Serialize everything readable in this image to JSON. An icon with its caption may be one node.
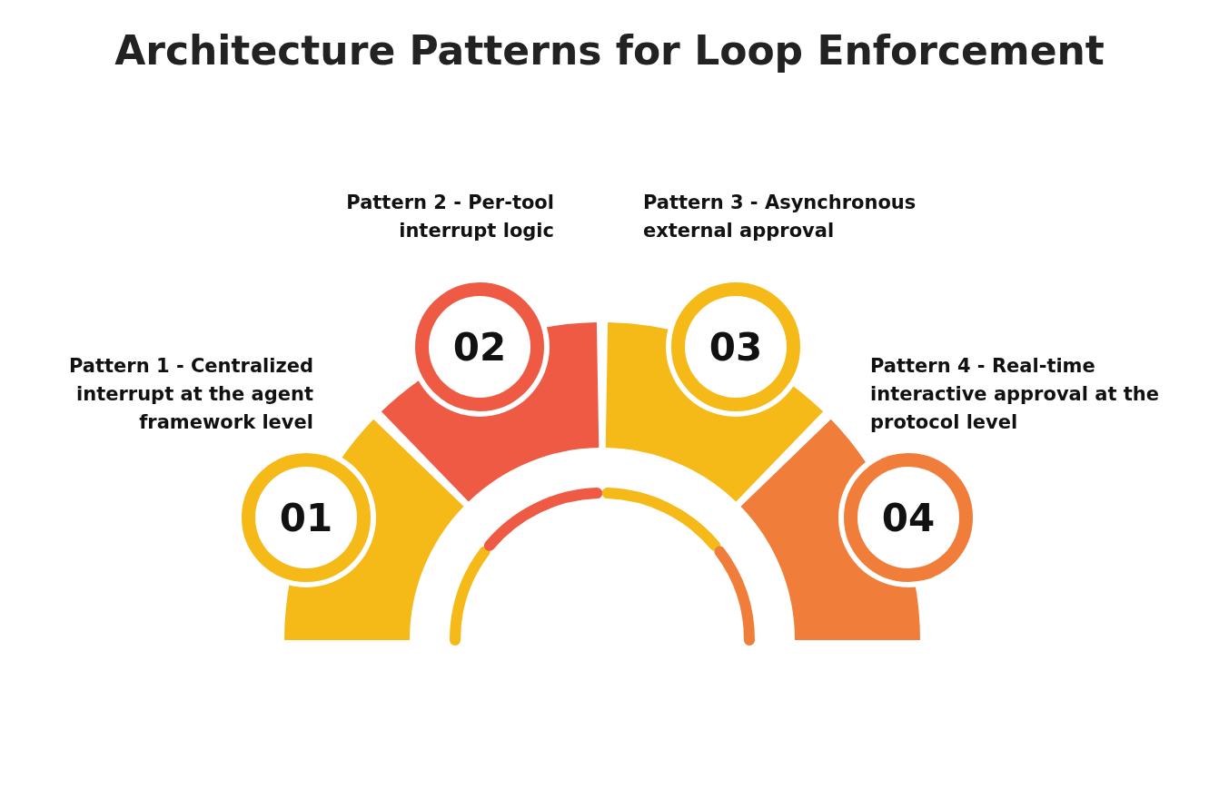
{
  "diagram": {
    "title": "Architecture Patterns for Loop Enforcement",
    "nodes": [
      {
        "text": [
          "01"
        ],
        "beside": [
          "Pattern 1 - Centralized interrupt at the agent framework level"
        ]
      },
      {
        "text": [
          "02"
        ],
        "beside": [
          "Pattern 2 - Per-tool interrupt logic"
        ]
      },
      {
        "text": [
          "03"
        ],
        "beside": [
          "Pattern 3 - Asynchronous external approval"
        ]
      },
      {
        "text": [
          "04"
        ],
        "beside": [
          "Pattern 4 - Real-time interactive approval at the protocol level"
        ]
      }
    ]
  }
}
